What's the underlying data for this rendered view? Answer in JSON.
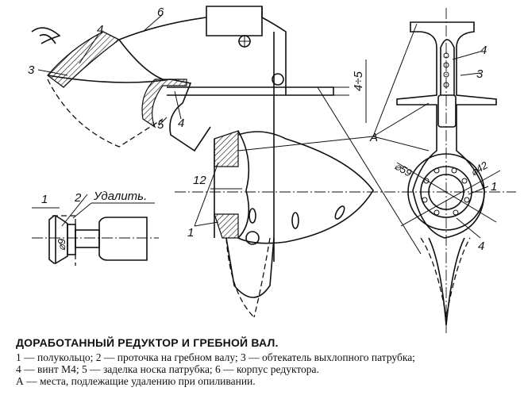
{
  "figure": {
    "labels": {
      "top_6": "6",
      "top_4": "4",
      "top_3": "3",
      "nozzle_5": "5",
      "nozzle_4": "4",
      "dim_4_5": "4÷5",
      "mark_A": "A",
      "dim_12": "12",
      "hub_1": "1",
      "shaft_1": "1",
      "shaft_2": "2",
      "remove": "Удалить.",
      "dia_9": "⌀9",
      "dia_59": "⌀59",
      "dia_42": "⌀42",
      "right_1": "1",
      "right_4_top": "4",
      "right_3": "3",
      "right_4_bottom": "4"
    }
  },
  "caption": {
    "title": "ДОРАБОТАННЫЙ РЕДУКТОР И ГРЕБНОЙ ВАЛ.",
    "lines": [
      "1 — полукольцо; 2 — проточка на гребном валу; 3 — обтекатель выхлопного патрубка;",
      "4 — винт М4; 5 — заделка носка патрубка; 6 — корпус редуктора.",
      "А — места, подлежащие удалению при опиливании."
    ]
  }
}
